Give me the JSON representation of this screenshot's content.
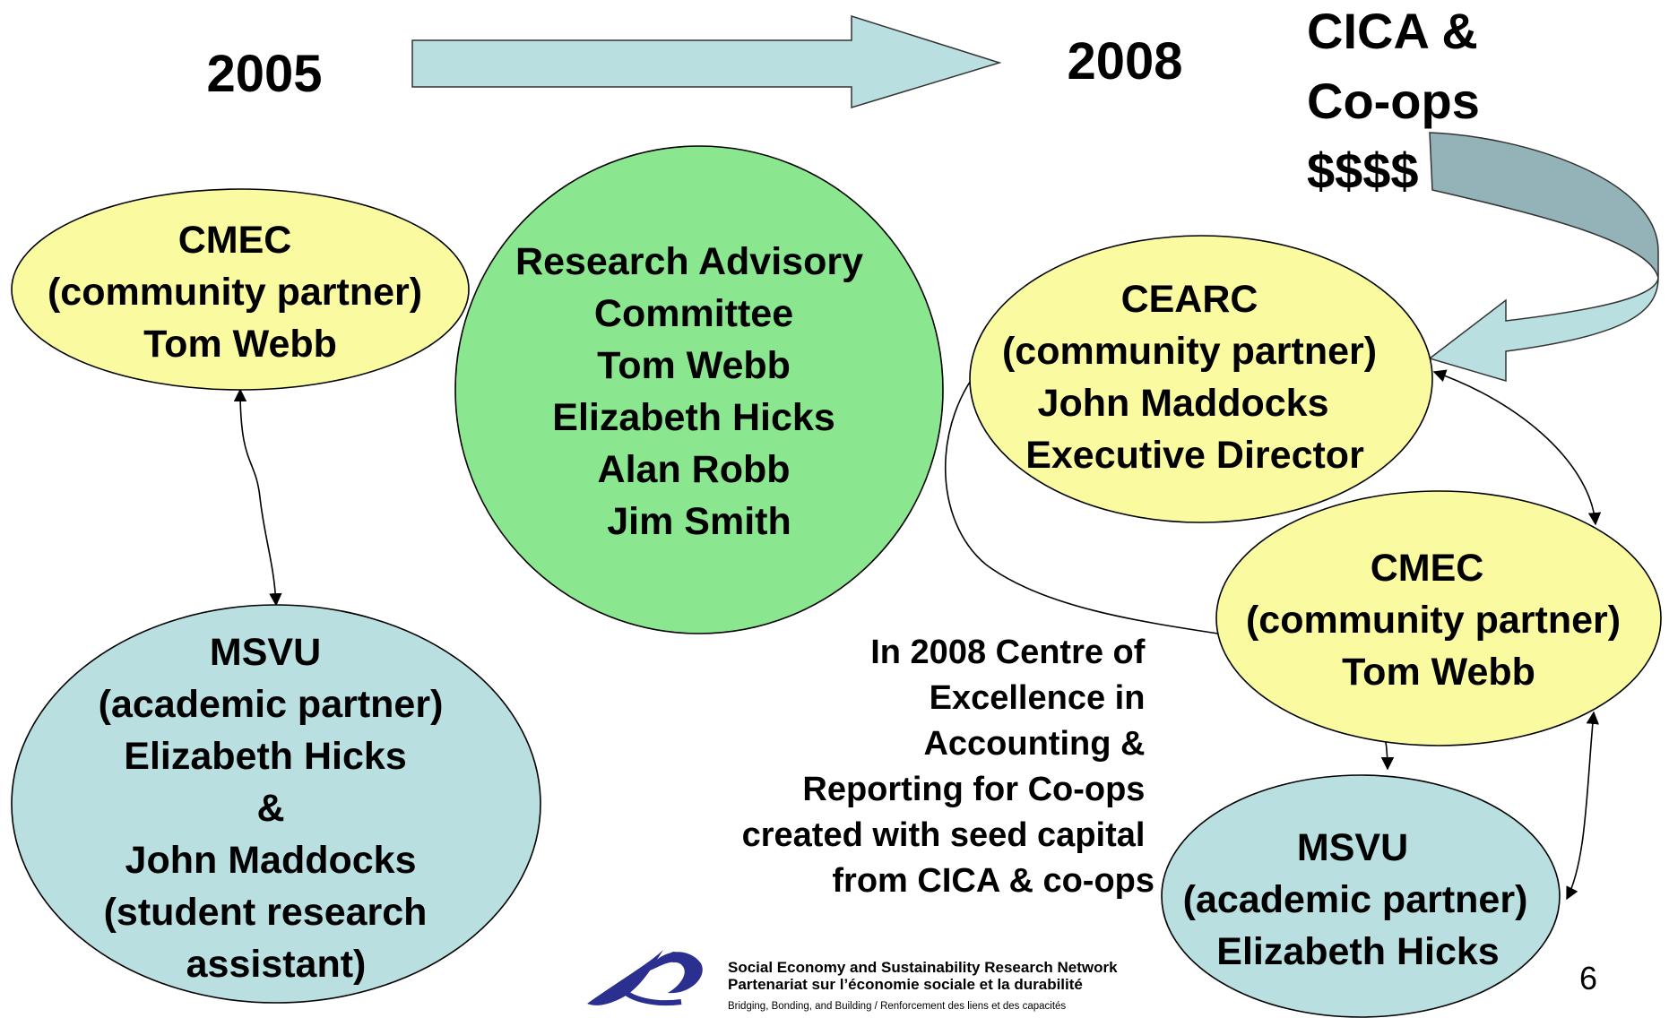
{
  "years": {
    "start": "2005",
    "end": "2008"
  },
  "funding": {
    "lines": [
      "CICA &",
      "Co-ops",
      "$$$$"
    ]
  },
  "nodes": {
    "cmec_2005": {
      "lines": [
        "CMEC",
        "(community partner)",
        "Tom Webb"
      ]
    },
    "msvu_2005": {
      "lines": [
        "MSVU",
        "(academic partner)",
        "Elizabeth Hicks",
        "&",
        "John Maddocks",
        "(student research",
        "assistant)"
      ]
    },
    "research_committee": {
      "lines": [
        "Research Advisory",
        "Committee",
        "Tom Webb",
        "Elizabeth Hicks",
        "Alan Robb",
        "Jim Smith"
      ]
    },
    "cearc": {
      "lines": [
        "CEARC",
        "(community partner)",
        "John Maddocks",
        "Executive Director"
      ]
    },
    "cmec_2008": {
      "lines": [
        "CMEC",
        "(community partner)",
        "Tom Webb"
      ]
    },
    "msvu_2008": {
      "lines": [
        "MSVU",
        "(academic partner)",
        "Elizabeth Hicks"
      ]
    }
  },
  "note": {
    "lines": [
      "In 2008 Centre of",
      "Excellence in",
      "Accounting &",
      "Reporting for Co-ops",
      "created with seed capital",
      "from CICA & co-ops"
    ]
  },
  "footer": {
    "org_en": "Social Economy and Sustainability Research Network",
    "org_fr": "Partenariat sur l’économie sociale et la durabilité",
    "tagline": "Bridging, Bonding, and Building / Renforcement des liens et des capacités"
  },
  "page_number": "6",
  "colors": {
    "community_partner": "#fafaa0",
    "academic_partner": "#b9dfe1",
    "committee": "#8ae68f",
    "arrow_fill": "#b9dfe1",
    "arrow_shade": "#93b3b8",
    "logo": "#2b2f8f"
  }
}
